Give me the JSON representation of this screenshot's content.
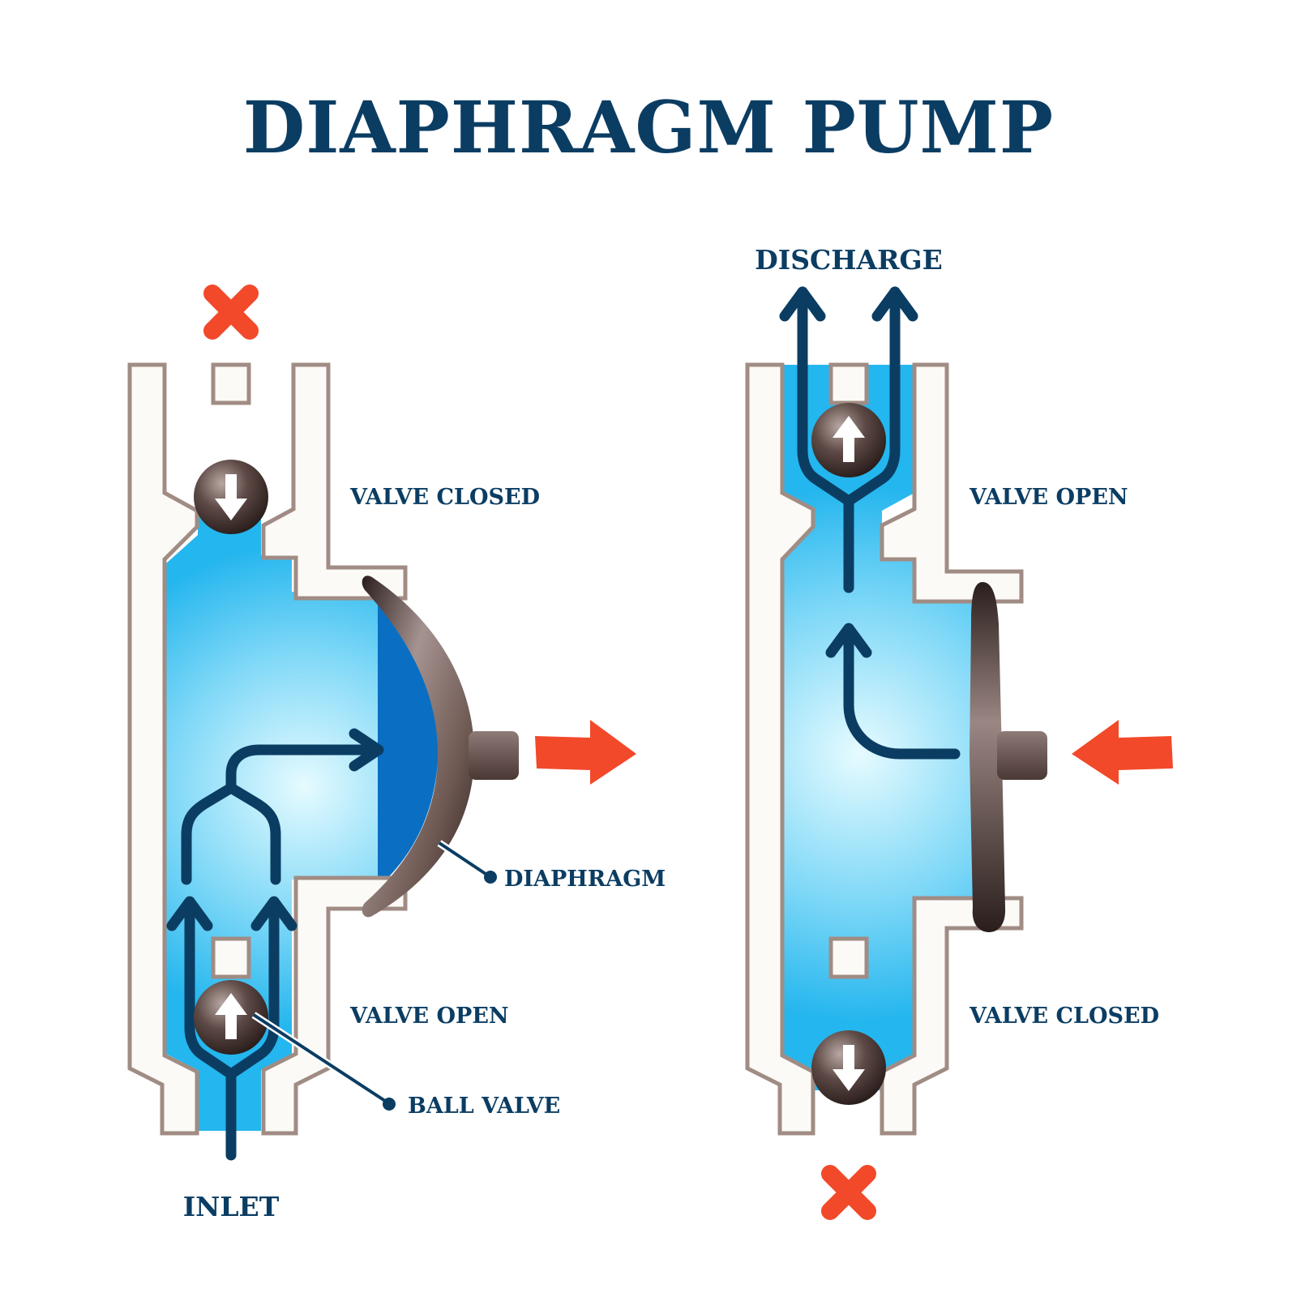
{
  "title": "DIAPHRAGM PUMP",
  "labels": {
    "left_top_valve": "VALVE CLOSED",
    "left_bottom_valve": "VALVE OPEN",
    "diaphragm": "DIAPHRAGM",
    "ball_valve": "BALL VALVE",
    "inlet": "INLET",
    "discharge": "DISCHARGE",
    "right_top_valve": "VALVE OPEN",
    "right_bottom_valve": "VALVE CLOSED"
  },
  "colors": {
    "title": "#0b3d63",
    "fluid_edge": "#24b6ee",
    "fluid_center": "#e6fbff",
    "wall_fill": "#fbfaf6",
    "wall_stroke": "#a08c84",
    "diaphragm": "#6e5852",
    "push_arrow": "#f2492a",
    "stop_mark": "#f2492a"
  },
  "icons": {
    "blocked": "x-mark-icon",
    "ball_up": "up-arrow-icon",
    "ball_down": "down-arrow-icon",
    "motion": "red-arrow-icon"
  }
}
